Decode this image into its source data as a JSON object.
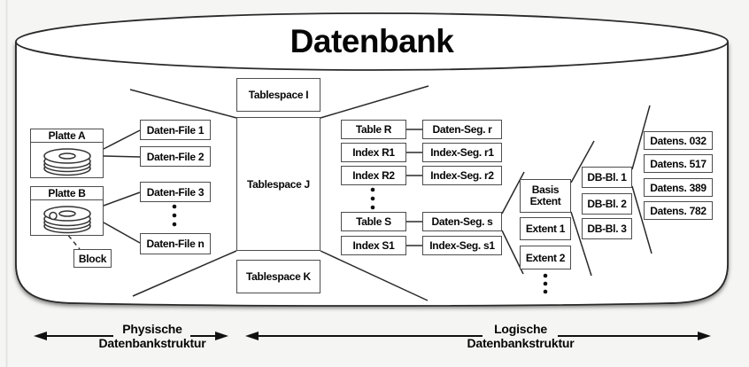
{
  "title": "Datenbank",
  "colors": {
    "background": "#f5f5f3",
    "cylinder_fill": "#ffffff",
    "line": "#2a2a2a",
    "box_border": "#4d4d4d",
    "text": "#060606"
  },
  "physical": {
    "disk_a_label": "Platte A",
    "disk_b_label": "Platte B",
    "block_label": "Block",
    "files": [
      "Daten-File 1",
      "Daten-File 2",
      "Daten-File 3",
      "Daten-File n"
    ]
  },
  "tablespaces": [
    "Tablespace I",
    "Tablespace J",
    "Tablespace K"
  ],
  "logical": {
    "tables": [
      "Table R",
      "Index R1",
      "Index R2",
      "Table S",
      "Index S1"
    ],
    "segments": [
      "Daten-Seg. r",
      "Index-Seg. r1",
      "Index-Seg. r2",
      "Daten-Seg. s",
      "Index-Seg. s1"
    ],
    "extents": [
      "Basis Extent",
      "Extent 1",
      "Extent 2"
    ],
    "db_blocks": [
      "DB-Bl. 1",
      "DB-Bl. 2",
      "DB-Bl. 3"
    ],
    "records": [
      "Datens. 032",
      "Datens. 517",
      "Datens. 389",
      "Datens. 782"
    ]
  },
  "legend": {
    "physical_line1": "Physische",
    "physical_line2": "Datenbankstruktur",
    "logical_line1": "Logische",
    "logical_line2": "Datenbankstruktur"
  }
}
